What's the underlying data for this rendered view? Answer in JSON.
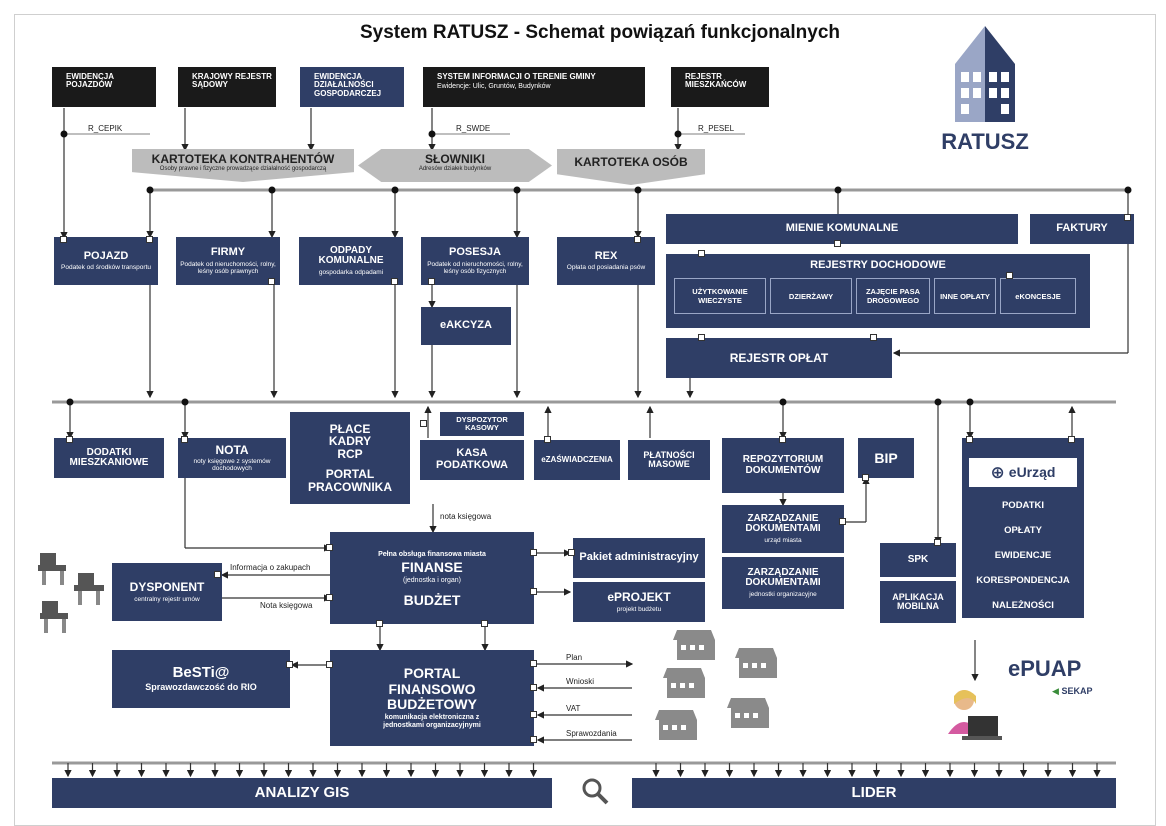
{
  "title": "System RATUSZ - Schemat powiązań funkcjonalnych",
  "logo": {
    "text": "RATUSZ",
    "color": "#2f3e66",
    "accent": "#9aa6c6"
  },
  "sources": [
    {
      "label": "EWIDENCJA POJAZDÓW"
    },
    {
      "label": "KRAJOWY REJESTR SĄDOWY"
    },
    {
      "label": "EWIDENCJA DZIAŁALNOŚCI GOSPODARCZEJ"
    },
    {
      "label": "SYSTEM INFORMACJI O TERENIE GMINY",
      "sub": "Ewidencje: Ulic, Gruntów, Budynków"
    },
    {
      "label": "REJESTR MIESZKAŃCÓW"
    }
  ],
  "links": {
    "cepik": "R_CEPIK",
    "swde": "R_SWDE",
    "pesel": "R_PESEL"
  },
  "kartoteki": [
    {
      "label": "KARTOTEKA KONTRAHENTÓW",
      "sub": "Osoby prawne i fizyczne prowadzące działalność gospodarczą"
    },
    {
      "label": "SŁOWNIKI",
      "sub": "Adresów działek budynków"
    },
    {
      "label": "KARTOTEKA OSÓB"
    }
  ],
  "modules_top": [
    {
      "label": "POJAZD",
      "sub": "Podatek od środków transportu"
    },
    {
      "label": "FIRMY",
      "sub": "Podatek od nieruchomości, rolny, leśny osób prawnych"
    },
    {
      "label": "ODPADY KOMUNALNE",
      "sub": "gospodarka odpadami"
    },
    {
      "label": "POSESJA",
      "sub": "Podatek od nieruchomości, rolny, leśny osób fizycznych"
    },
    {
      "label": "REX",
      "sub": "Opłata od posiadania psów"
    }
  ],
  "eakcyza": "eAKCYZA",
  "mienie": "MIENIE KOMUNALNE",
  "faktury": "FAKTURY",
  "rejestry": {
    "title": "REJESTRY DOCHODOWE",
    "items": [
      "UŻYTKOWANIE WIECZYSTE",
      "DZIERŻAWY",
      "ZAJĘCIE PASA DROGOWEGO",
      "INNE OPŁATY",
      "eKONCESJE"
    ]
  },
  "rejestr_oplat": "REJESTR OPŁAT",
  "mid": {
    "dodatki": "DODATKI MIESZKANIOWE",
    "nota": "NOTA",
    "nota_sub": "noty księgowe z systemów dochodowych",
    "place": [
      "PŁACE",
      "KADRY",
      "RCP",
      "",
      "PORTAL",
      "PRACOWNIKA"
    ],
    "dyspozytor": "DYSPOZYTOR KASOWY",
    "kasa": "KASA PODATKOWA",
    "ezaswiadczenia": "eZAŚWIADCZENIA",
    "platnosci": "PŁATNOŚCI MASOWE",
    "repozytorium": "REPOZYTORIUM DOKUMENTÓW",
    "bip": "BIP",
    "zarzadzanie1": "ZARZĄDZANIE DOKUMENTAMI",
    "zarzadzanie1_sub": "urząd miasta",
    "zarzadzanie2": "ZARZĄDZANIE DOKUMENTAMI",
    "zarzadzanie2_sub": "jednostki organizacyjne",
    "spk": "SPK",
    "aplikacja": "APLIKACJA MOBILNA"
  },
  "eurzad": {
    "title": "eUrząd",
    "items": [
      "PODATKI",
      "OPŁATY",
      "EWIDENCJE",
      "KORESPONDENCJA",
      "NALEŻNOŚCI"
    ]
  },
  "finanse": {
    "top": "Pełna obsługa finansowa miasta",
    "title": "FINANSE",
    "sub": "(jednostka i organ)",
    "budzet": "BUDŻET",
    "nota_ksiegowa": "nota księgowa"
  },
  "dysponent": {
    "title": "DYSPONENT",
    "sub": "centralny rejestr umów",
    "info": "Informacja o zakupach",
    "nota": "Nota księgowa"
  },
  "pakiet": "Pakiet administracyjny",
  "eprojekt": {
    "title": "ePROJEKT",
    "sub": "projekt budżetu"
  },
  "besti": {
    "title": "BeSTi@",
    "sub": "Sprawozdawczość do RIO"
  },
  "portal": {
    "title": "PORTAL FINANSOWO BUDŻETOWY",
    "sub": "komunikacja elektroniczna z jednostkami organizacyjnymi"
  },
  "portal_links": [
    "Plan",
    "Wnioski",
    "VAT",
    "Sprawozdania"
  ],
  "epuap": "ePUAP",
  "sekap": "SEKAP",
  "bottom": {
    "left": "ANALIZY GIS",
    "right": "LIDER"
  }
}
